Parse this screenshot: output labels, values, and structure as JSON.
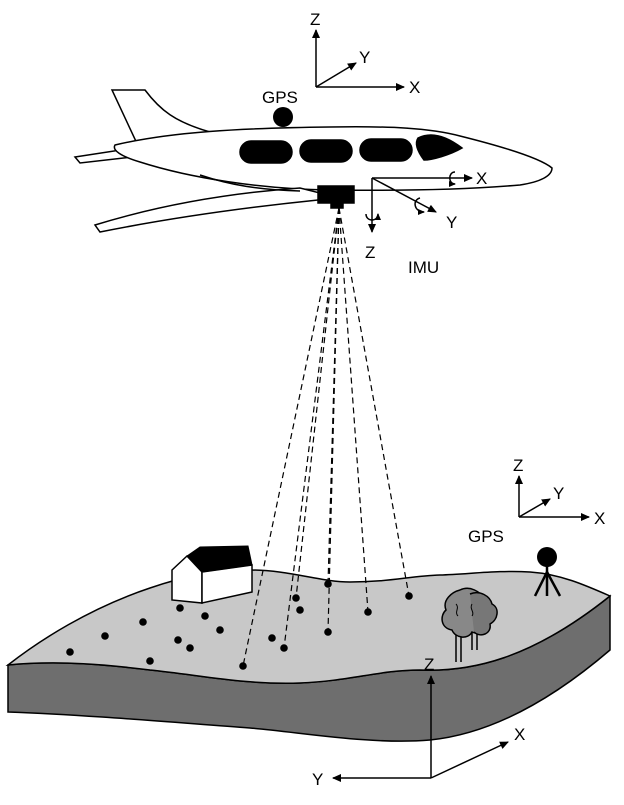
{
  "aircraft": {
    "gps_label": "GPS",
    "imu_label": "IMU",
    "frame_axes": {
      "z": "Z",
      "y": "Y",
      "x": "X"
    },
    "imu_axes": {
      "x": "X",
      "y": "Y",
      "z": "Z"
    }
  },
  "ground_station": {
    "gps_label": "GPS",
    "axes": {
      "z": "Z",
      "y": "Y",
      "x": "X"
    }
  },
  "terrain_frame": {
    "axes": {
      "z": "Z",
      "x": "X",
      "y": "Y"
    }
  },
  "colors": {
    "terrain_top": "#c8c8c8",
    "terrain_side": "#6e6e6e",
    "ink": "#000000"
  },
  "icons": [
    "aircraft-icon",
    "gps-antenna-icon",
    "house-icon",
    "tree-icon",
    "gps-tripod-icon"
  ]
}
